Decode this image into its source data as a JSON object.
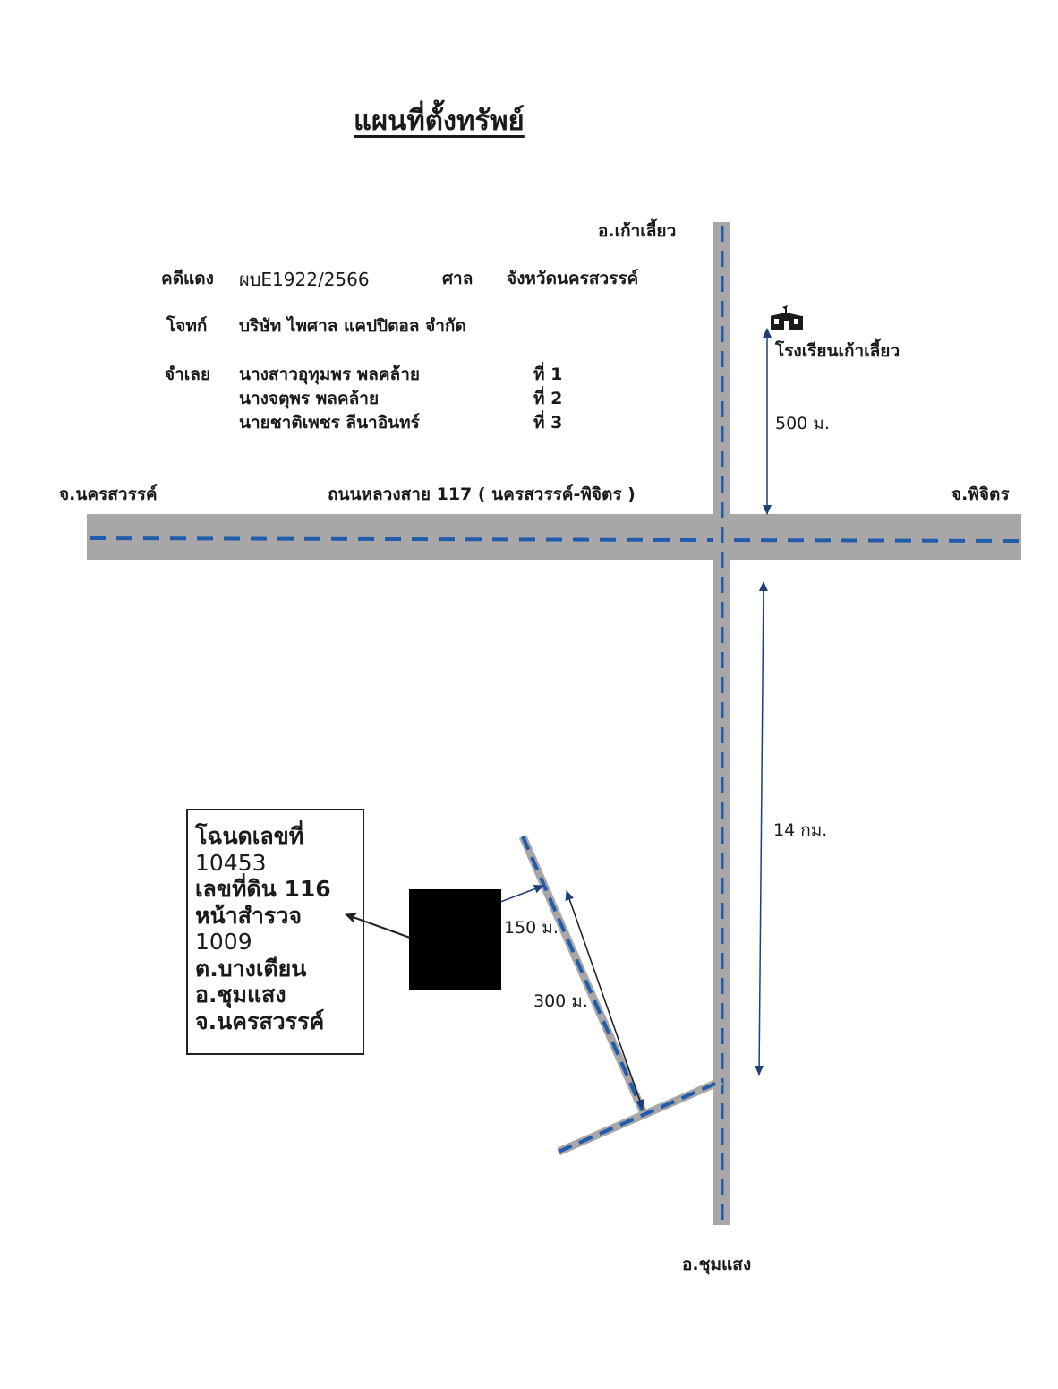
{
  "title": "แผนที่ตั้งทรัพย์",
  "case": {
    "case_label": "คดีแดง",
    "case_number": "ผบE1922/2566",
    "court_label": "ศาล",
    "court_name": "จังหวัดนครสวรรค์",
    "plaintiff_label": "โจทก์",
    "plaintiff": "บริษัท ไพศาล แคปปิตอล จำกัด",
    "defendant_label": "จำเลย",
    "defendants": [
      {
        "name": "นางสาวอุทุมพร พลคล้าย",
        "order": "ที่ 1"
      },
      {
        "name": "นางจตุพร  พลคล้าย",
        "order": "ที่ 2"
      },
      {
        "name": "นายชาติเพชร ลีนาอินทร์",
        "order": "ที่ 3"
      }
    ]
  },
  "places": {
    "north": "อ.เก้าเลี้ยว",
    "south": "อ.ชุมแสง",
    "west": "จ.นครสวรรค์",
    "east": "จ.พิจิตร",
    "highway": "ถนนหลวงสาย 117 ( นครสวรรค์-พิจิตร )",
    "school": "โรงเรียนเก้าเลี้ยว"
  },
  "distances": {
    "school_to_junction": "500 ม.",
    "junction_to_turn": "14 กม.",
    "road_to_plot": "150 ม.",
    "side_road": "300 ม."
  },
  "parcel": {
    "lines": [
      "โฉนดเลขที่",
      "10453",
      "เลขที่ดิน   116",
      "หน้าสำรวจ",
      "1009",
      "ต.บางเตียน",
      "อ.ชุมแสง",
      "จ.นครสวรรค์"
    ]
  },
  "colors": {
    "road": "#a8a6a7",
    "road_centerline": "#1f5cab",
    "parcel": "#000000",
    "text": "#1a1a1a"
  },
  "icons": {
    "school": "school-building-icon"
  }
}
